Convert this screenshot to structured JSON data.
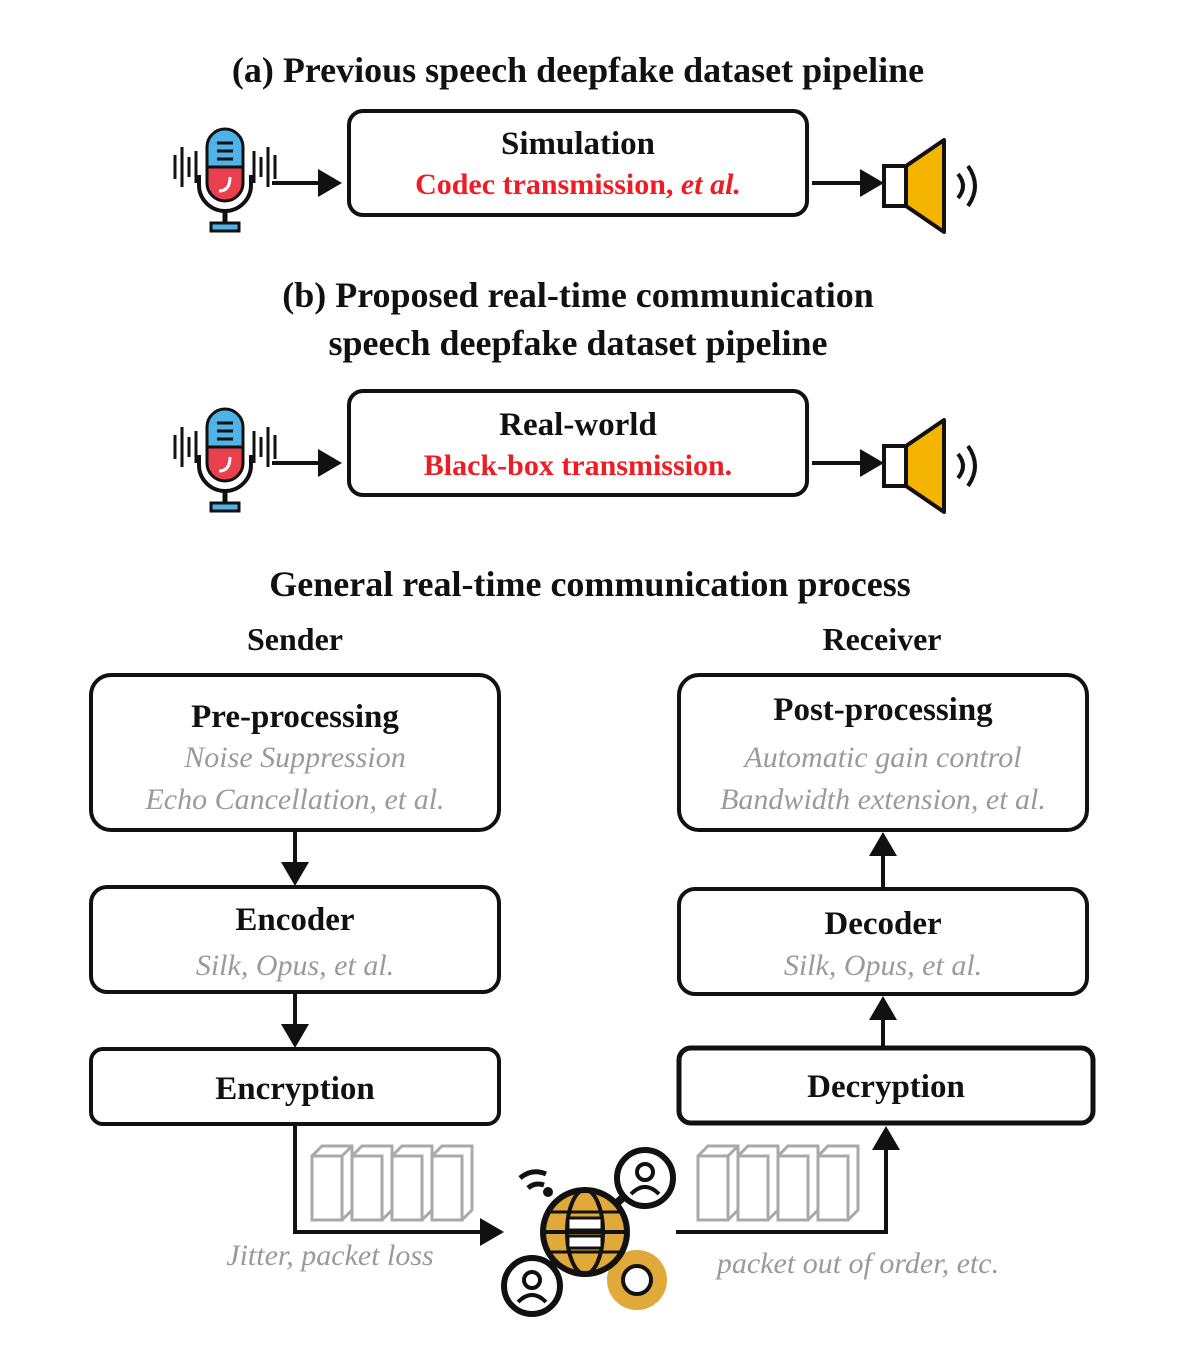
{
  "section_a": {
    "title": "(a) Previous speech deepfake dataset pipeline",
    "box_title": "Simulation",
    "box_detail": "Codec transmission, ",
    "box_detail_italic": "et al."
  },
  "section_b": {
    "title_line1": "(b) Proposed real-time communication",
    "title_line2": "speech deepfake dataset pipeline",
    "box_title": "Real-world",
    "box_detail": "Black-box transmission."
  },
  "process": {
    "title": "General real-time communication process",
    "sender_label": "Sender",
    "receiver_label": "Receiver",
    "sender": [
      {
        "title": "Pre-processing",
        "lines": [
          "Noise Suppression",
          "Echo Cancellation, et al."
        ]
      },
      {
        "title": "Encoder",
        "lines": [
          "Silk, Opus, et al."
        ]
      },
      {
        "title": "Encryption",
        "lines": []
      }
    ],
    "receiver": [
      {
        "title": "Post-processing",
        "lines": [
          "Automatic gain control",
          "Bandwidth extension, et al."
        ]
      },
      {
        "title": "Decoder",
        "lines": [
          "Silk, Opus, et al."
        ]
      },
      {
        "title": "Decryption",
        "lines": []
      }
    ],
    "left_caption": "Jitter, packet loss",
    "right_caption": "packet out of order, etc."
  },
  "colors": {
    "accent_red": "#ef1c24",
    "speaker_yellow": "#f5b400",
    "mic_blue": "#4fb3e8",
    "mic_red": "#e8404f",
    "gear_gold": "#e0a93a",
    "caption_gray": "#9a9a9a"
  },
  "icons": [
    "microphone-icon",
    "speaker-icon",
    "network-globe-icon",
    "packet-icon"
  ]
}
